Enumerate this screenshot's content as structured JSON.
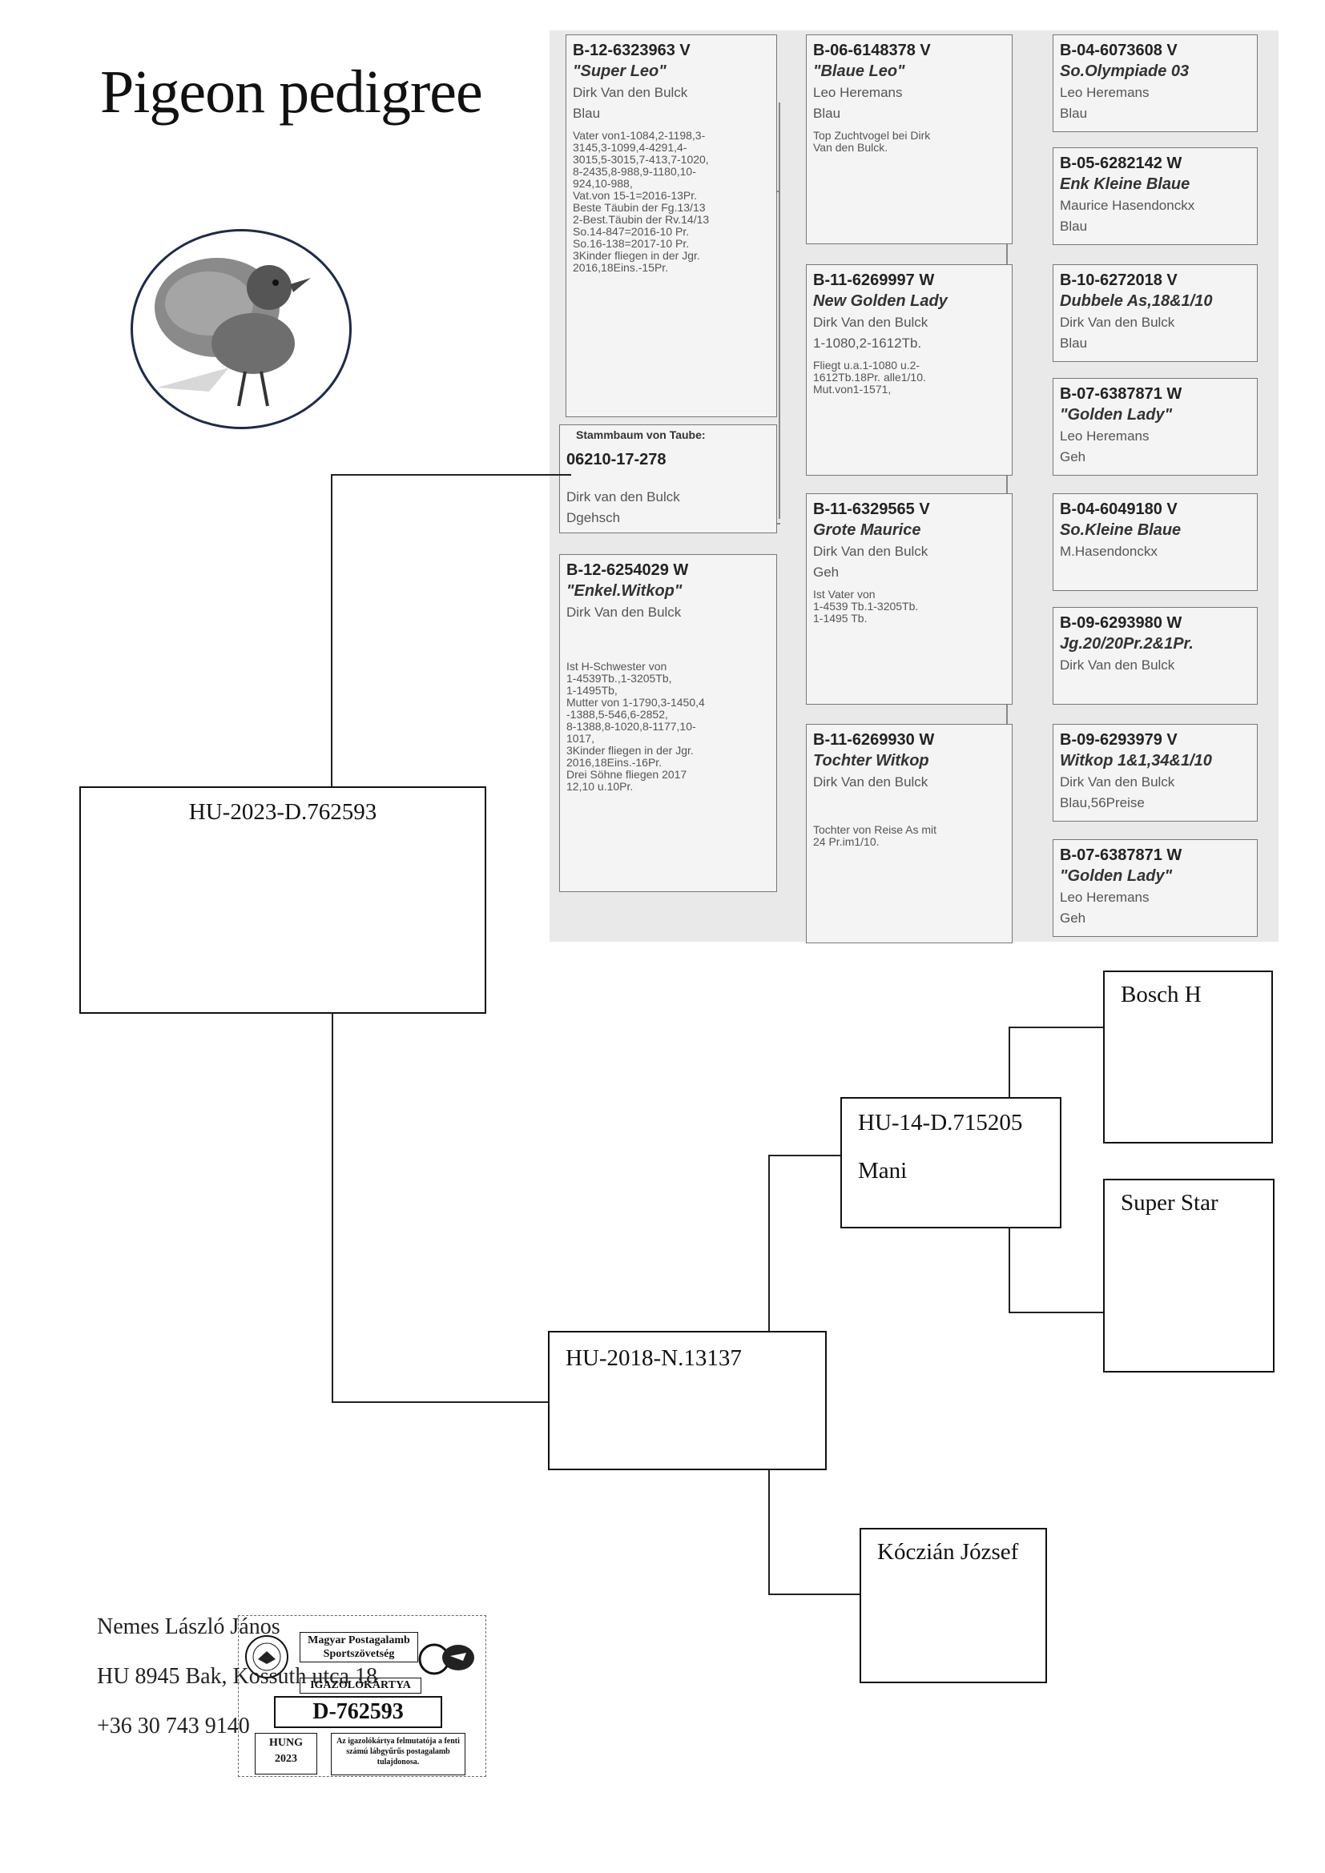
{
  "title": "Pigeon pedigree",
  "main_pigeon": {
    "ring": "HU-2023-D.762593",
    "card": {
      "org": "Magyar Postagalamb Sportszövetség",
      "card_type": "IGAZOLÓKÁRTYA",
      "number": "D-762593",
      "country": "HUNG",
      "year": "2023",
      "text": "Az igazolókártya felmutatója a fenti számú lábgyűrűs postagalamb tulajdonosa."
    }
  },
  "scan": {
    "stammbaum_label": "Stammbaum von Taube:",
    "stammbaum_ring": "06210-17-278",
    "stammbaum_breeder": "Dirk van den Bulck",
    "stammbaum_color": "Dgehsch",
    "parents": [
      {
        "ring": "B-12-6323963 V",
        "name": "\"Super Leo\"",
        "breeder": "Dirk Van den Bulck",
        "color": "Blau",
        "notes": "Vater von1-1084,2-1198,3-\n3145,3-1099,4-4291,4-\n3015,5-3015,7-413,7-1020,\n8-2435,8-988,9-1180,10-\n924,10-988,\nVat.von 15-1=2016-13Pr.\nBeste Täubin der Fg.13/13\n2-Best.Täubin der Rv.14/13\nSo.14-847=2016-10 Pr.\nSo.16-138=2017-10 Pr.\n3Kinder fliegen in der Jgr.\n2016,18Eins.-15Pr."
      },
      {
        "ring": "B-12-6254029 W",
        "name": "\"Enkel.Witkop\"",
        "breeder": "Dirk Van den Bulck",
        "color": "",
        "notes": "Ist H-Schwester von\n1-4539Tb.,1-3205Tb,\n1-1495Tb,\nMutter von 1-1790,3-1450,4\n-1388,5-546,6-2852,\n8-1388,8-1020,8-1177,10-\n1017,\n3Kinder fliegen in der Jgr.\n2016,18Eins.-16Pr.\nDrei Söhne fliegen 2017\n12,10 u.10Pr."
      }
    ],
    "grandparents": [
      {
        "ring": "B-06-6148378 V",
        "name": "\"Blaue Leo\"",
        "breeder": "Leo Heremans",
        "color": "Blau",
        "notes": "Top Zuchtvogel bei Dirk\nVan den Bulck."
      },
      {
        "ring": "B-11-6269997 W",
        "name": "New Golden Lady",
        "breeder": "Dirk Van den Bulck",
        "color": "1-1080,2-1612Tb.",
        "notes": "Fliegt u.a.1-1080 u.2-\n1612Tb.18Pr. alle1/10.\nMut.von1-1571,"
      },
      {
        "ring": "B-11-6329565 V",
        "name": "Grote Maurice",
        "breeder": "Dirk Van den Bulck",
        "color": "Geh",
        "notes": "Ist Vater von\n1-4539 Tb.1-3205Tb.\n1-1495 Tb."
      },
      {
        "ring": "B-11-6269930 W",
        "name": "Tochter Witkop",
        "breeder": "Dirk Van den Bulck",
        "color": "",
        "notes": "Tochter von Reise As mit\n24 Pr.im1/10."
      }
    ],
    "greatgrandparents": [
      {
        "ring": "B-04-6073608 V",
        "name": "So.Olympiade 03",
        "breeder": "Leo Heremans",
        "color": "Blau"
      },
      {
        "ring": "B-05-6282142 W",
        "name": "Enk Kleine Blaue",
        "breeder": "Maurice Hasendonckx",
        "color": "Blau"
      },
      {
        "ring": "B-10-6272018 V",
        "name": "Dubbele As,18&1/10",
        "breeder": "Dirk Van den Bulck",
        "color": "Blau"
      },
      {
        "ring": "B-07-6387871 W",
        "name": "\"Golden Lady\"",
        "breeder": "Leo Heremans",
        "color": "Geh"
      },
      {
        "ring": "B-04-6049180 V",
        "name": "So.Kleine Blaue",
        "breeder": "M.Hasendonckx",
        "color": ""
      },
      {
        "ring": "B-09-6293980 W",
        "name": "Jg.20/20Pr.2&1Pr.",
        "breeder": "Dirk Van den Bulck",
        "color": ""
      },
      {
        "ring": "B-09-6293979 V",
        "name": "Witkop 1&1,34&1/10",
        "breeder": "Dirk Van den Bulck",
        "color": "Blau,56Preise"
      },
      {
        "ring": "B-07-6387871 W",
        "name": "\"Golden Lady\"",
        "breeder": "Leo Heremans",
        "color": "Geh"
      }
    ]
  },
  "dam": {
    "ring": "HU-2018-N.13137"
  },
  "dam_sire": {
    "ring": "HU-14-D.715205",
    "name": "Mani"
  },
  "dam_sire_sire": {
    "name": "Bosch H"
  },
  "dam_sire_dam": {
    "name": "Super Star"
  },
  "dam_dam": {
    "name": "Kóczián József"
  },
  "owner": {
    "name": "Nemes László János",
    "address": "HU 8945 Bak, Kossuth utca 18",
    "phone": "+36 30 743 9140"
  }
}
